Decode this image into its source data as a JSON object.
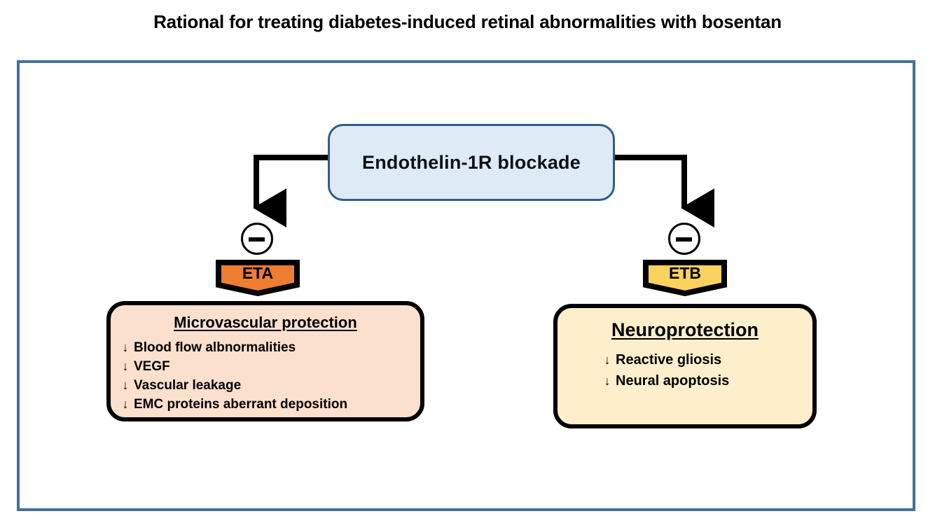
{
  "title": "Rational for treating diabetes-induced retinal abnormalities with bosentan",
  "frame": {
    "border_color": "#41719C"
  },
  "central_node": {
    "label": "Endothelin-1R blockade",
    "fill": "#DEEAF6",
    "border": "#2E5F8A"
  },
  "branches": [
    {
      "inhibition_symbol": "−",
      "receptor": {
        "label": "ETA",
        "fill": "#ED7D31",
        "border": "#000000"
      },
      "outcome": {
        "heading": "Microvascular protection",
        "fill": "#FBE0CE",
        "items": [
          {
            "arrow": "↓",
            "text": "Blood flow albnormalities"
          },
          {
            "arrow": "↓",
            "text": "VEGF"
          },
          {
            "arrow": "↓",
            "text": "Vascular leakage"
          },
          {
            "arrow": "↓",
            "text": "EMC proteins aberrant deposition"
          }
        ]
      }
    },
    {
      "inhibition_symbol": "−",
      "receptor": {
        "label": "ETB",
        "fill": "#FBD25F",
        "border": "#000000"
      },
      "outcome": {
        "heading": "Neuroprotection",
        "fill": "#FDEFCC",
        "items": [
          {
            "arrow": "↓",
            "text": "Reactive gliosis"
          },
          {
            "arrow": "↓",
            "text": "Neural apoptosis"
          }
        ]
      }
    }
  ],
  "connectors": {
    "stroke_color": "#000000",
    "left_elbow": "from central node left edge, down to ETA inhibition badge",
    "right_elbow": "from central node right edge, down to ETB inhibition badge"
  }
}
